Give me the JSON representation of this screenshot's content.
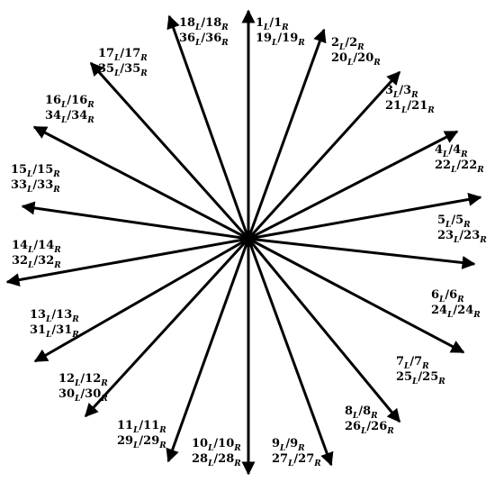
{
  "diagram": {
    "line_color": "#000000",
    "background": "#ffffff",
    "subscripts": {
      "left": "L",
      "right": "R"
    },
    "arrows": [
      {
        "id": 1,
        "top": "1",
        "bottom": "19"
      },
      {
        "id": 2,
        "top": "2",
        "bottom": "20"
      },
      {
        "id": 3,
        "top": "3",
        "bottom": "21"
      },
      {
        "id": 4,
        "top": "4",
        "bottom": "22"
      },
      {
        "id": 5,
        "top": "5",
        "bottom": "23"
      },
      {
        "id": 6,
        "top": "6",
        "bottom": "24"
      },
      {
        "id": 7,
        "top": "7",
        "bottom": "25"
      },
      {
        "id": 8,
        "top": "8",
        "bottom": "26"
      },
      {
        "id": 9,
        "top": "9",
        "bottom": "27"
      },
      {
        "id": 10,
        "top": "10",
        "bottom": "28"
      },
      {
        "id": 11,
        "top": "11",
        "bottom": "29"
      },
      {
        "id": 12,
        "top": "12",
        "bottom": "30"
      },
      {
        "id": 13,
        "top": "13",
        "bottom": "31"
      },
      {
        "id": 14,
        "top": "14",
        "bottom": "32"
      },
      {
        "id": 15,
        "top": "15",
        "bottom": "33"
      },
      {
        "id": 16,
        "top": "16",
        "bottom": "34"
      },
      {
        "id": 17,
        "top": "17",
        "bottom": "35"
      },
      {
        "id": 18,
        "top": "18",
        "bottom": "36"
      }
    ]
  }
}
